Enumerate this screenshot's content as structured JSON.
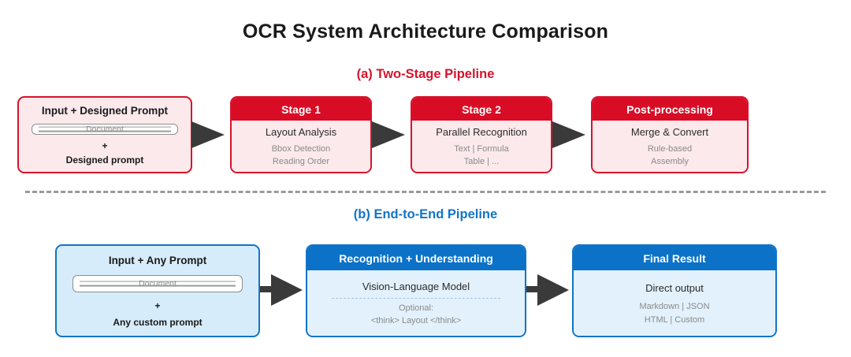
{
  "title": "OCR System Architecture Comparison",
  "colors": {
    "red_header": "#d90c26",
    "red_border": "#d6132c",
    "red_fill": "#fce9ec",
    "blue_header": "#0b72c8",
    "blue_border": "#1274c8",
    "blue_fill": "#d7ecfb",
    "arrow": "#3a3a3a",
    "divider": "#9a9a9a",
    "subtext": "#8a8a8a"
  },
  "sections": {
    "a": {
      "label": "(a) Two-Stage Pipeline",
      "input": {
        "title": "Input + Designed Prompt",
        "doc_label": "Document",
        "plus": "+",
        "prompt": "Designed prompt"
      },
      "stages": [
        {
          "header": "Stage 1",
          "main": "Layout Analysis",
          "subs": [
            "Bbox Detection",
            "Reading Order"
          ]
        },
        {
          "header": "Stage 2",
          "main": "Parallel Recognition",
          "subs": [
            "Text | Formula",
            "Table | ..."
          ]
        },
        {
          "header": "Post-processing",
          "main": "Merge & Convert",
          "subs": [
            "Rule-based",
            "Assembly"
          ]
        }
      ]
    },
    "b": {
      "label": "(b) End-to-End Pipeline",
      "input": {
        "title": "Input + Any Prompt",
        "doc_label": "Document",
        "plus": "+",
        "prompt": "Any custom prompt"
      },
      "stages": [
        {
          "header": "Recognition + Understanding",
          "main": "Vision-Language Model",
          "subs": [
            "Optional:",
            "<think> Layout </think>"
          ]
        },
        {
          "header": "Final Result",
          "main": "Direct output",
          "subs": [
            "Markdown | JSON",
            "HTML | Custom"
          ]
        }
      ]
    }
  }
}
